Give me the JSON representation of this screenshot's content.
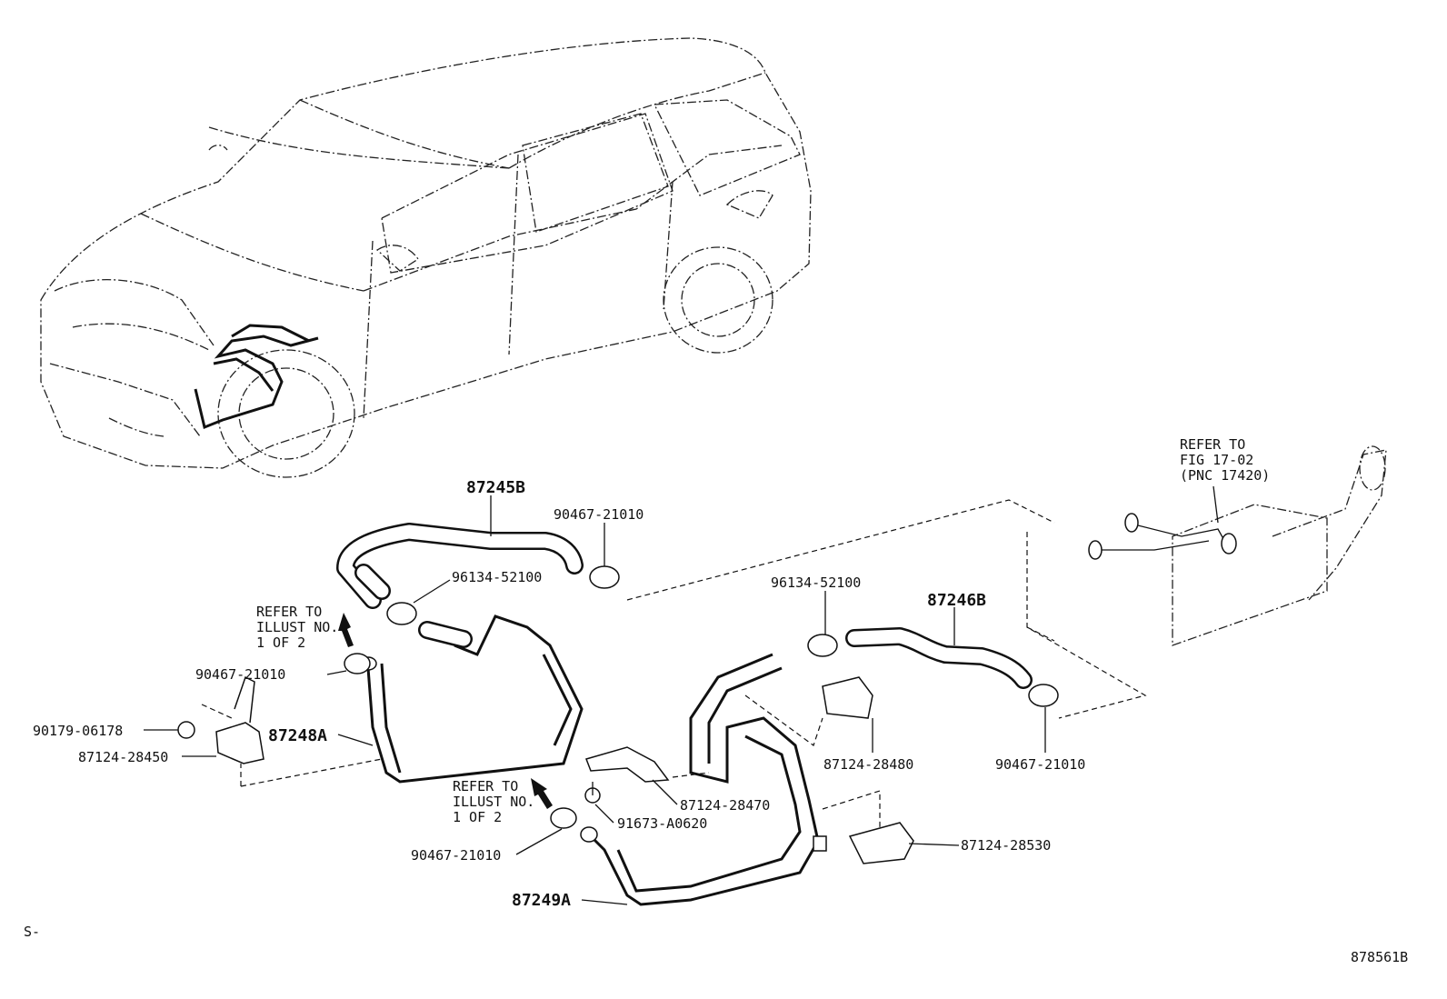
{
  "parts": {
    "hose_87245B": "87245B",
    "hose_87246B": "87246B",
    "hose_87248A": "87248A",
    "hose_87249A": "87249A",
    "clamp_top": "90467-21010",
    "clamp_left": "90467-21010",
    "clamp_right": "90467-21010",
    "clamp_bottom": "90467-21010",
    "clip_left": "96134-52100",
    "clip_right": "96134-52100",
    "grommet": "90179-06178",
    "clamp_28450": "87124-28450",
    "clamp_28480": "87124-28480",
    "clamp_28470": "87124-28470",
    "clamp_28530": "87124-28530",
    "bolt": "91673-A0620"
  },
  "notes": {
    "refer_left": [
      "REFER TO",
      "ILLUST NO.",
      "1 OF 2"
    ],
    "refer_bottom": [
      "REFER TO",
      "ILLUST NO.",
      "1 OF 2"
    ],
    "refer_fig": [
      "REFER TO",
      "FIG 17-02",
      "(PNC 17420)"
    ]
  },
  "footer": {
    "left_code": "S-",
    "diagram_id": "878561B"
  }
}
